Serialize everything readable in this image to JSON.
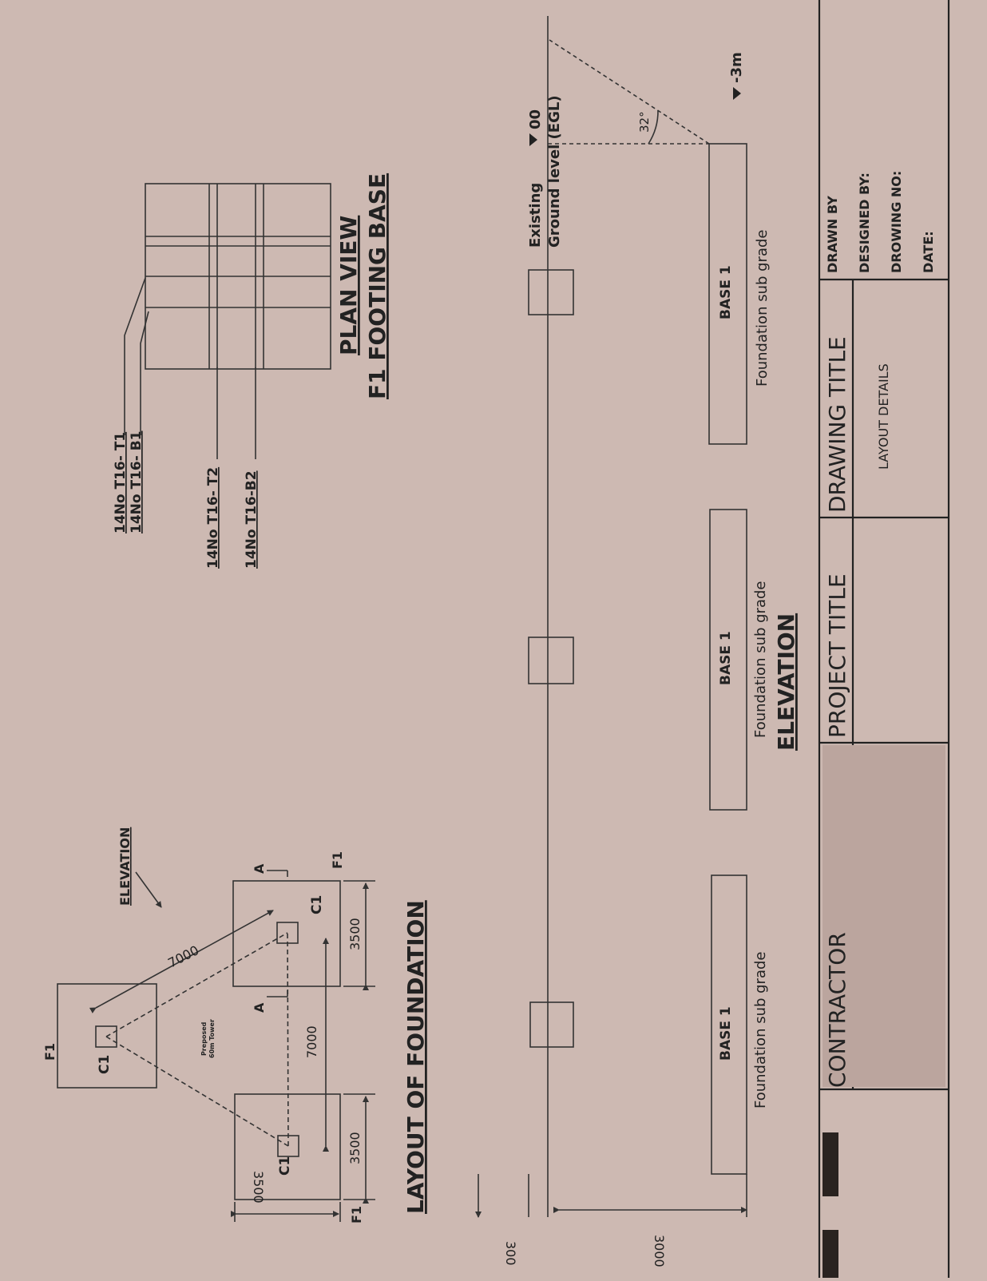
{
  "layout": {
    "title": "LAYOUT OF FOUNDATION",
    "elevation_marker": "ELEVATION",
    "tower_label_line1": "Preposed",
    "tower_label_line2": "60m Tower",
    "footing_label": "F1",
    "column_label": "C1",
    "spacing_label": "7000",
    "width_label": "3500",
    "section_label": "A"
  },
  "plan_view": {
    "title": "PLAN VIEW",
    "subtitle": "F1 FOOTING BASE",
    "bar_labels": [
      "14No T16- T1",
      "14No T16- B1",
      "14No T16- T2",
      "14No T16-B2"
    ]
  },
  "elevation": {
    "title": "ELEVATION",
    "base_label": "BASE 1",
    "subgrade_label": "Foundation sub grade",
    "dim_300": "300",
    "dim_3000": "3000",
    "egl_line1": "Existing",
    "egl_value": "00",
    "egl_line2": "Ground level (EGL)",
    "angle": "32°",
    "depth": "-3m"
  },
  "title_block": {
    "contractor": "CONTRACTOR",
    "project_title": "PROJECT TITLE",
    "drawing_title": "DRAWING TITLE",
    "drawing_title_value": "LAYOUT DETAILS",
    "drawn_by": "DRAWN BY",
    "designed_by": "DESIGNED BY:",
    "drawing_no": "DROWING NO:",
    "date": "DATE:"
  }
}
